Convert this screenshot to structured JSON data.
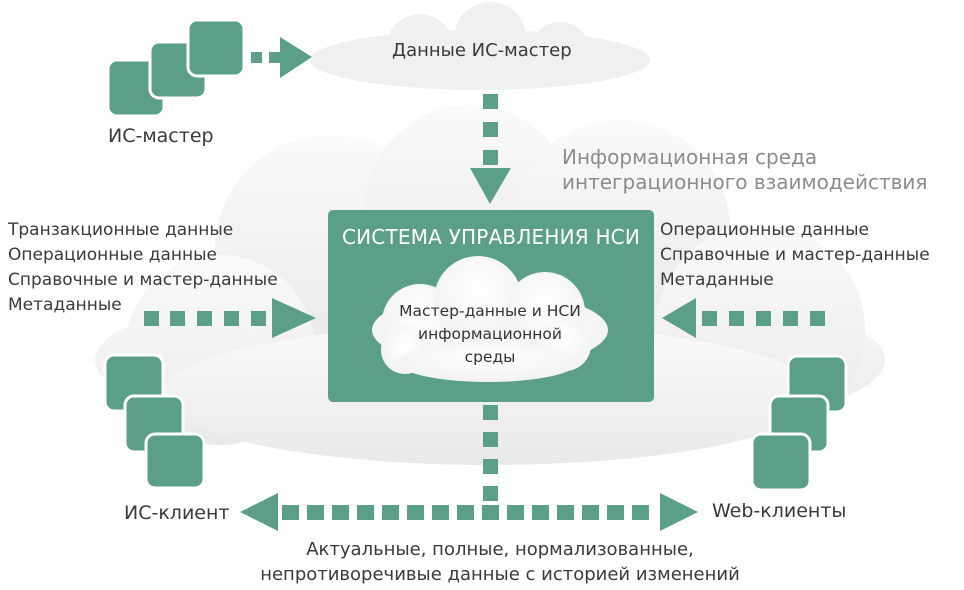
{
  "top_cloud_label": "Данные ИС-мастер",
  "master_label": "ИС-мастер",
  "environment_label": [
    "Информационная среда",
    "интеграционного взаимодействия"
  ],
  "left_data_list": [
    "Транзакционные данные",
    "Операционные данные",
    "Справочные и мастер-данные",
    "Метаданные"
  ],
  "right_data_list": [
    "Операционные данные",
    "Справочные и мастер-данные",
    "Метаданные"
  ],
  "system": {
    "title": "СИСТЕМА УПРАВЛЕНИЯ НСИ",
    "inner_cloud_text": [
      "Мастер-данные и НСИ",
      "информационной",
      "среды"
    ]
  },
  "client_label": "ИС-клиент",
  "web_clients_label": "Web-клиенты",
  "bottom_caption": [
    "Актуальные, полные, нормализованные,",
    "непротиворечивые данные с историей изменений"
  ],
  "colors": {
    "accent": "#5c9f89",
    "cloud": "#eeeeee",
    "text": "#3a3a3a",
    "muted": "#8c8c8c"
  },
  "icons": [
    "server-stack-icon",
    "arrow-icon",
    "cloud-icon"
  ]
}
